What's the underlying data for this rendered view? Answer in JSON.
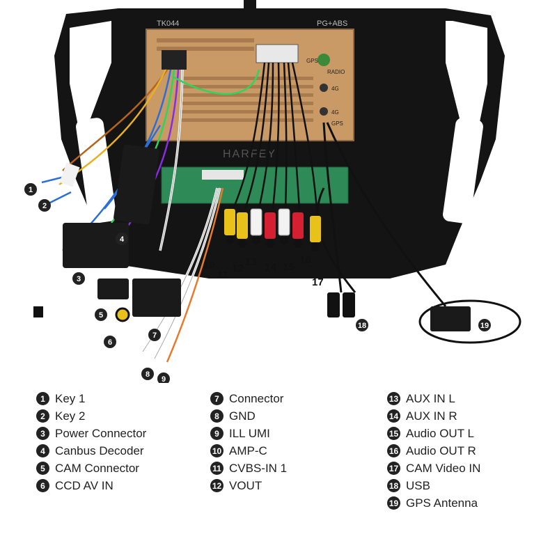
{
  "unit": {
    "model": "TK044",
    "tag": "PG+ABS",
    "brand": "HARFEY",
    "port_gps": "GPS",
    "port_radio": "RADIO",
    "port_4g_a": "4G",
    "port_4g_b": "4G",
    "port_gps_b": "GPS"
  },
  "callouts": [
    {
      "num": "1",
      "label": "Key 1"
    },
    {
      "num": "2",
      "label": "Key 2"
    },
    {
      "num": "3",
      "label": "Power Connector"
    },
    {
      "num": "4",
      "label": "Canbus Decoder"
    },
    {
      "num": "5",
      "label": "CAM Connector"
    },
    {
      "num": "6",
      "label": "CCD AV IN"
    },
    {
      "num": "7",
      "label": "Connector"
    },
    {
      "num": "8",
      "label": "GND"
    },
    {
      "num": "9",
      "label": "ILL UMI"
    },
    {
      "num": "10",
      "label": "AMP-C"
    },
    {
      "num": "11",
      "label": "CVBS-IN 1"
    },
    {
      "num": "12",
      "label": "VOUT"
    },
    {
      "num": "13",
      "label": "AUX IN L"
    },
    {
      "num": "14",
      "label": "AUX IN R"
    },
    {
      "num": "15",
      "label": "Audio OUT L"
    },
    {
      "num": "16",
      "label": "Audio OUT R"
    },
    {
      "num": "17",
      "label": "CAM Video IN"
    },
    {
      "num": "18",
      "label": "USB"
    },
    {
      "num": "19",
      "label": "GPS Antenna"
    }
  ],
  "colors": {
    "bezel": "#111111",
    "chassis": "#c99a66",
    "pcb": "#2e8b57",
    "rca_yellow": "#e8c21a",
    "rca_red": "#d42030",
    "rca_white": "#f2f2f2",
    "badge": "#222222"
  }
}
